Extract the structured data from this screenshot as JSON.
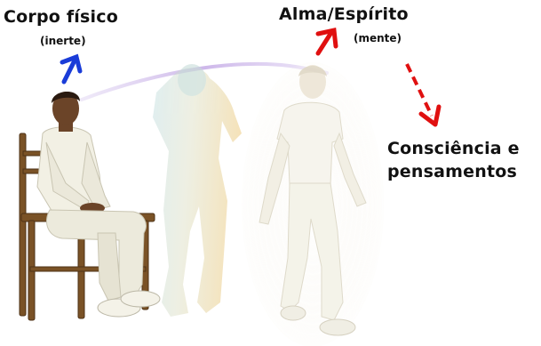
{
  "labels": {
    "physical_body": "Corpo físico",
    "physical_body_state": "(inerte)",
    "soul_spirit": "Alma/Espírito",
    "soul_spirit_state": "(mente)",
    "consciousness_line1": "Consciência e",
    "consciousness_line2": "pensamentos"
  },
  "colors": {
    "physical_arrow": "#1a3cd8",
    "soul_arrow": "#e01010",
    "consciousness_arrow": "#e01010",
    "silver_cord": "#c9b3e6",
    "chair_wood": "#7a5226",
    "clothing_white": "#f3f1e6",
    "skin": "#6b4428",
    "hair": "#2a1a10",
    "astral_teal": "#b9d9d6",
    "astral_gold": "#e9cf86"
  },
  "icons": {
    "physical_arrow": "arrow-up-right-icon",
    "soul_arrow": "arrow-up-right-icon",
    "consciousness_arrow": "dashed-arrow-down-right-icon"
  }
}
